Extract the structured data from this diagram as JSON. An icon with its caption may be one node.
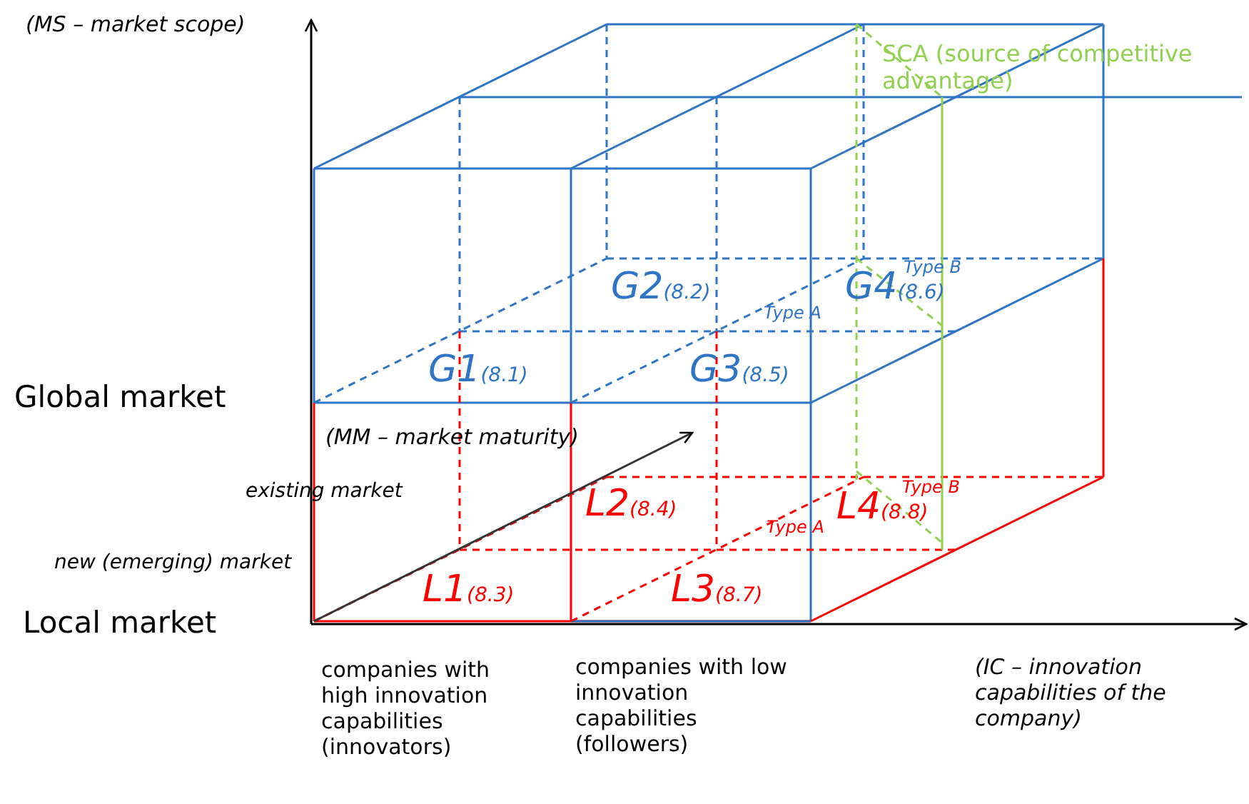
{
  "diagram": {
    "labels": [
      "(MS – market scope)",
      "SCA (source of competitive advantage)",
      "G2(8.2)",
      "Type B",
      "G4(8.6)",
      "Type A",
      "Global market",
      "G1(8.1)",
      "G3(8.5)",
      "(MM – market maturity)",
      "existing market",
      "L2(8.4)",
      "Type B",
      "L4(8.8)",
      "Type A",
      "new (emerging) market",
      "L1(8.3)",
      "L3(8.7)",
      "Local market",
      "companies with high innovation capabilities (innovators)",
      "companies with low innovation capabilities (followers)",
      "(IC – innovation capabilities of the company)"
    ]
  }
}
